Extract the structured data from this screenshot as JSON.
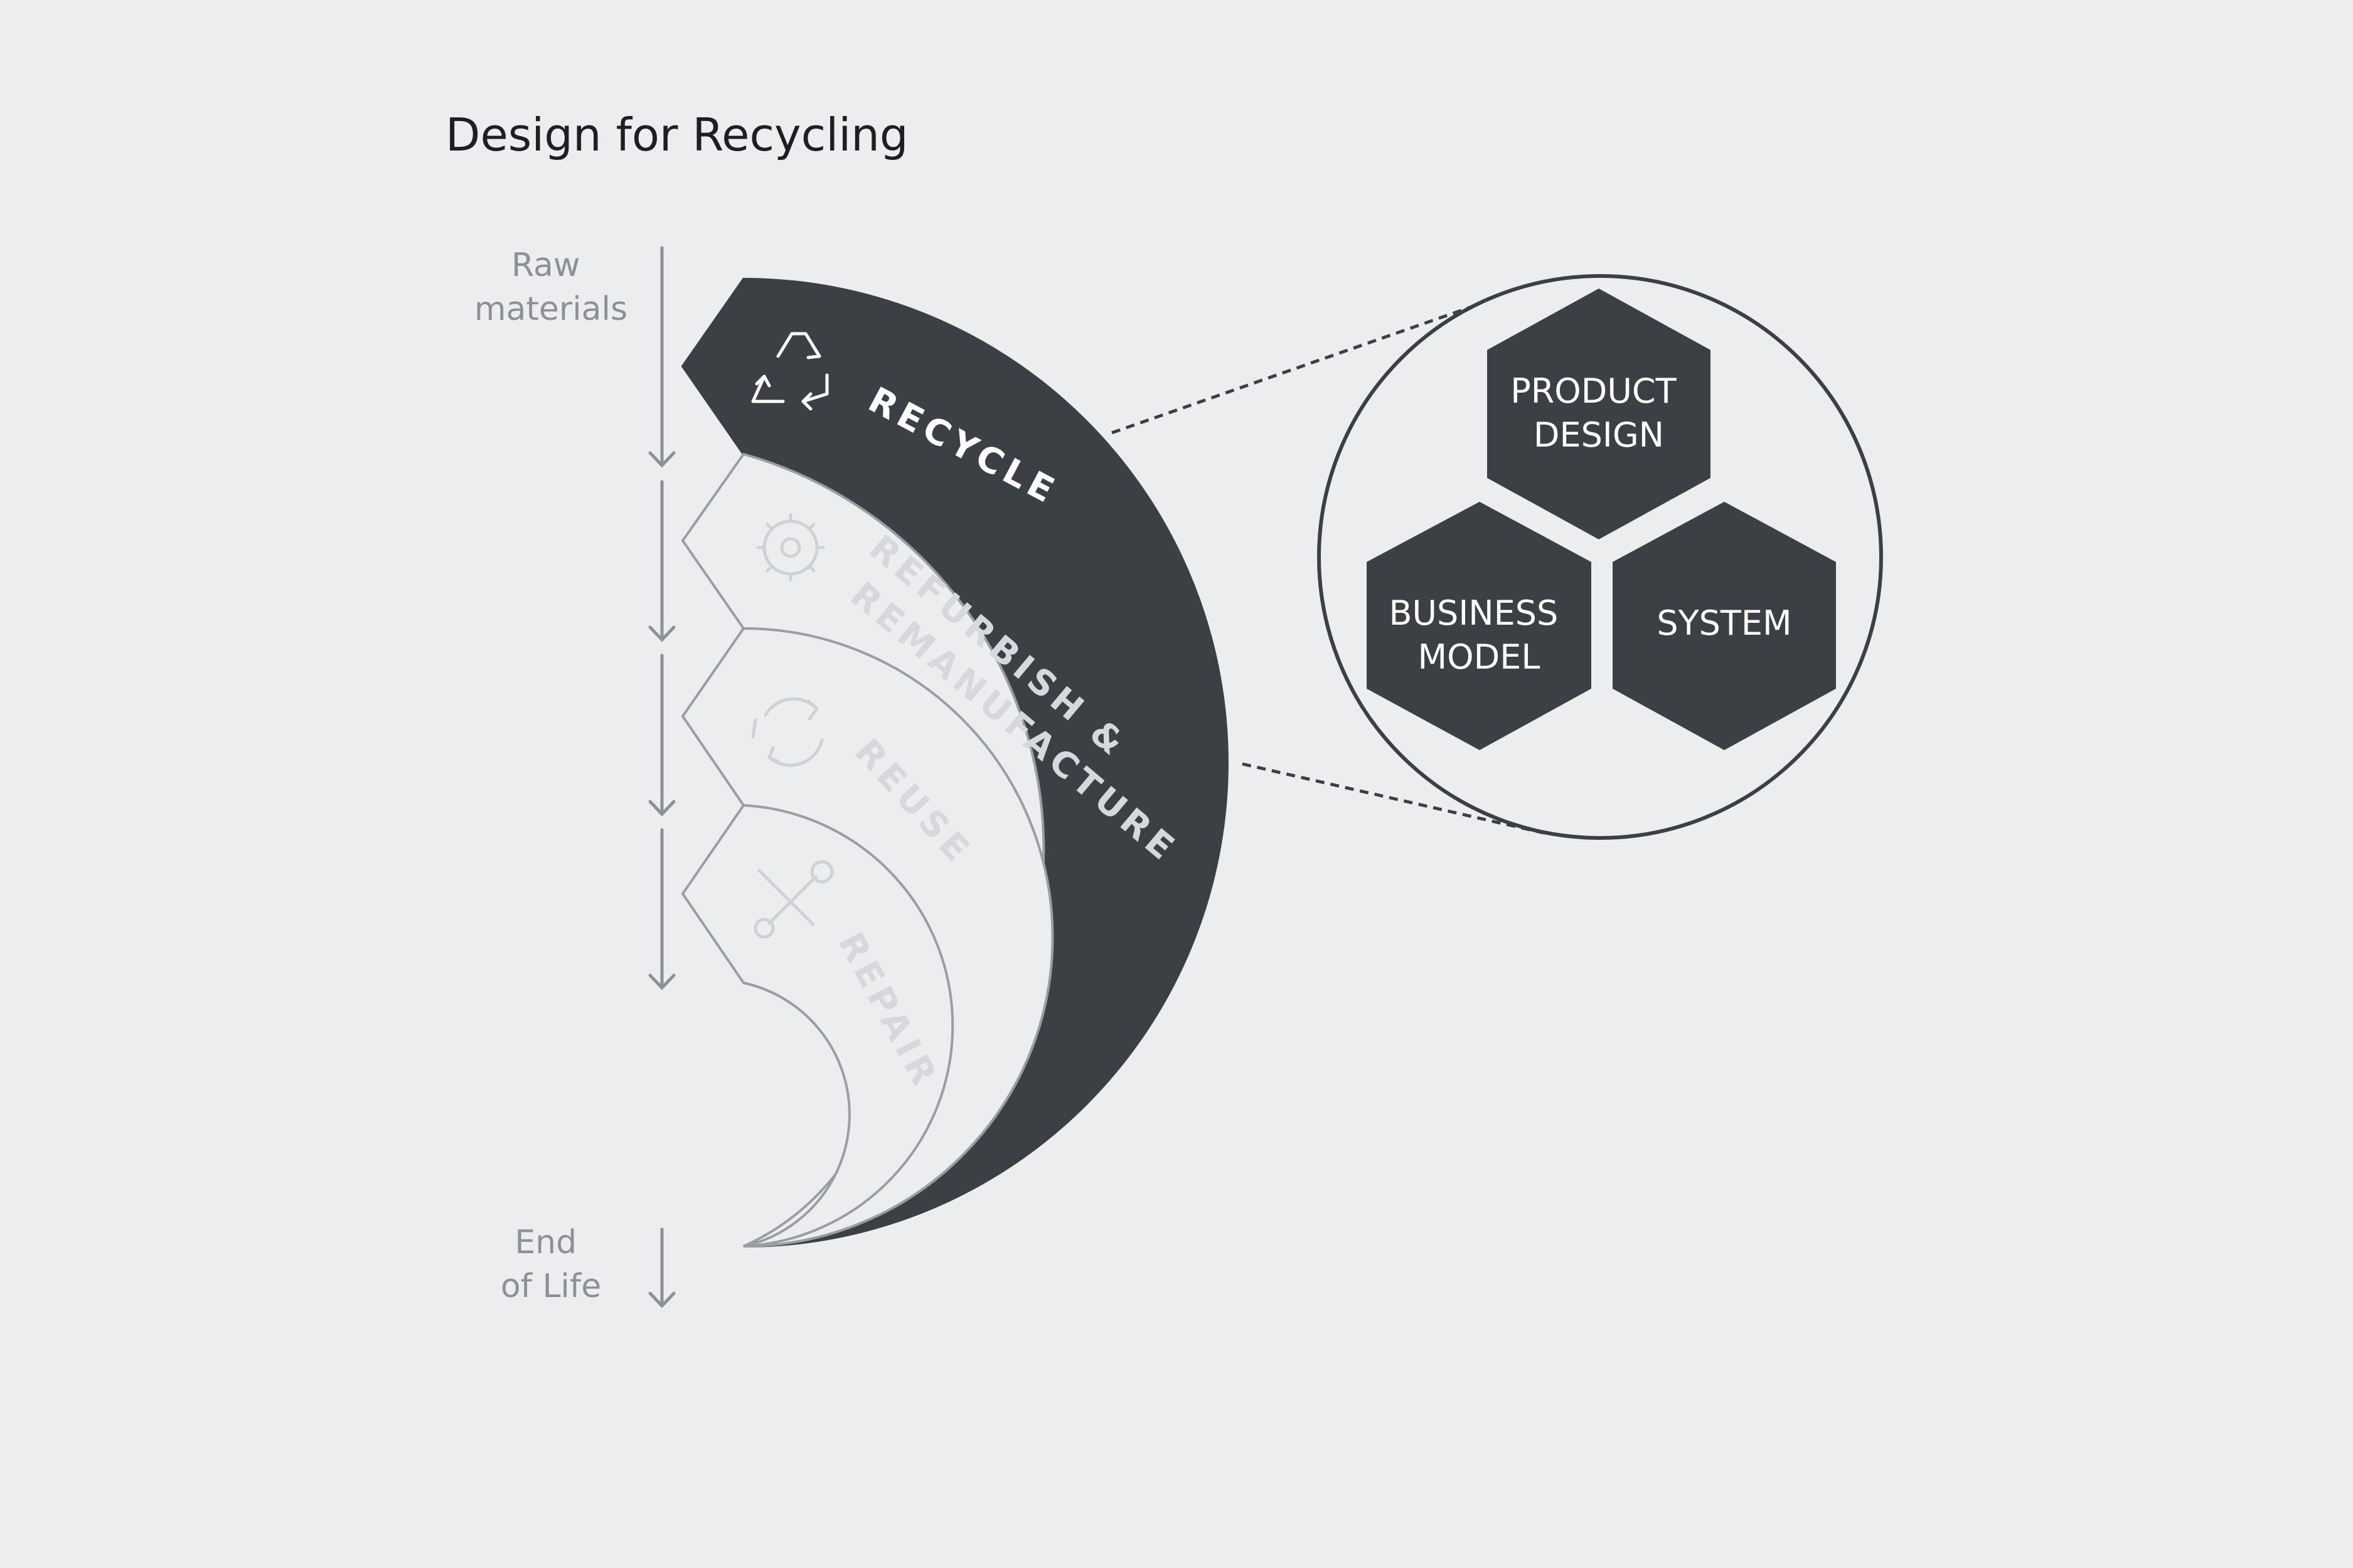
{
  "title": "Design for Recycling",
  "timeline": {
    "start_label": [
      "Raw",
      "materials"
    ],
    "end_label": [
      "End",
      "of Life"
    ]
  },
  "stages": [
    {
      "id": "recycle",
      "label_lines": [
        "RECYCLE"
      ],
      "icon": "recycle-icon",
      "highlighted": true
    },
    {
      "id": "refurbish",
      "label_lines": [
        "REFURBISH &",
        "REMANUFACTURE"
      ],
      "icon": "gear-icon",
      "highlighted": false
    },
    {
      "id": "reuse",
      "label_lines": [
        "REUSE"
      ],
      "icon": "cycle-arrows-icon",
      "highlighted": false
    },
    {
      "id": "repair",
      "label_lines": [
        "REPAIR"
      ],
      "icon": "tools-icon",
      "highlighted": false
    }
  ],
  "zoom": {
    "hexagons": [
      {
        "id": "product-design",
        "label_lines": [
          "PRODUCT",
          "DESIGN"
        ]
      },
      {
        "id": "business-model",
        "label_lines": [
          "BUSINESS",
          "MODEL"
        ]
      },
      {
        "id": "system",
        "label_lines": [
          "SYSTEM"
        ]
      }
    ]
  },
  "colors": {
    "background": "#ecedef",
    "dark": "#3c3f43",
    "muted_text": "#8d9196",
    "outline": "#9a9ea3",
    "faint": "#d6d8db"
  }
}
